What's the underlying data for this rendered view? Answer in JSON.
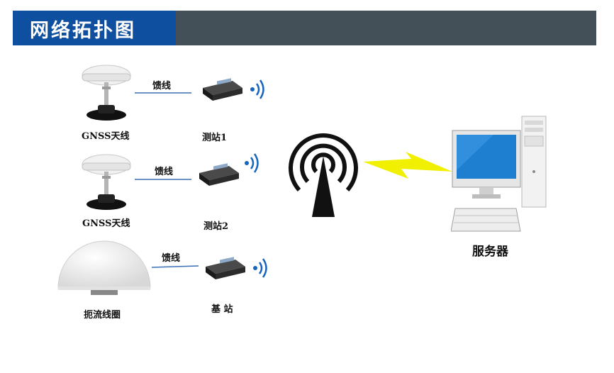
{
  "header": {
    "title": "网络拓扑图"
  },
  "antennas": [
    {
      "label": "GNSS天线"
    },
    {
      "label": "GNSS天线"
    },
    {
      "label": "扼流线圈"
    }
  ],
  "links": [
    {
      "label": "馈线"
    },
    {
      "label": "馈线"
    },
    {
      "label": "馈线"
    }
  ],
  "stations": [
    {
      "label": "测站1"
    },
    {
      "label": "测站2"
    },
    {
      "label": "基 站"
    }
  ],
  "server": {
    "label": "服务器"
  },
  "colors": {
    "header_blue": "#0f4fa0",
    "header_gray": "#435057",
    "link_line": "#3a6fb3",
    "wifi_blue": "#1565c0",
    "lightning": "#f0f000",
    "screen_blue": "#1e7fd0"
  }
}
